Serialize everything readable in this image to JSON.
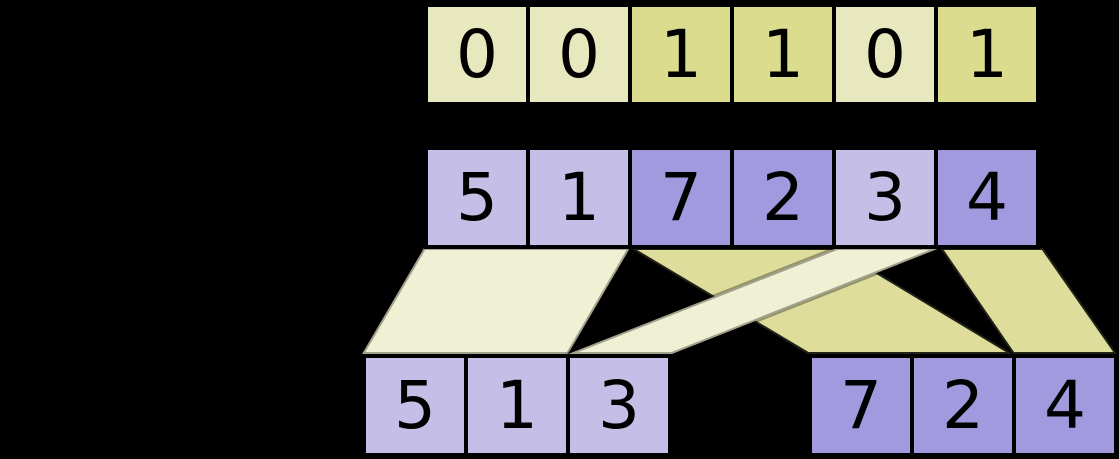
{
  "colors": {
    "background": "#000000",
    "cell_border": "#000000",
    "digit": "#000000",
    "cell_yellow_light": "#e8e8bf",
    "cell_yellow_dark": "#dcdc8e",
    "cell_purple_light": "#c5bfe7",
    "cell_purple_dark": "#a19ade",
    "band_light": "#f0f0d4",
    "band_dark": "#dedd9b"
  },
  "rows": {
    "mask": {
      "cells": [
        {
          "value": "0",
          "tone": "yellow-light"
        },
        {
          "value": "0",
          "tone": "yellow-light"
        },
        {
          "value": "1",
          "tone": "yellow-dark"
        },
        {
          "value": "1",
          "tone": "yellow-dark"
        },
        {
          "value": "0",
          "tone": "yellow-light"
        },
        {
          "value": "1",
          "tone": "yellow-dark"
        }
      ]
    },
    "vector": {
      "cells": [
        {
          "value": "5",
          "tone": "purple-light"
        },
        {
          "value": "1",
          "tone": "purple-light"
        },
        {
          "value": "7",
          "tone": "purple-dark"
        },
        {
          "value": "2",
          "tone": "purple-dark"
        },
        {
          "value": "3",
          "tone": "purple-light"
        },
        {
          "value": "4",
          "tone": "purple-dark"
        }
      ]
    },
    "out-left": {
      "cells": [
        {
          "value": "5",
          "tone": "purple-light"
        },
        {
          "value": "1",
          "tone": "purple-light"
        },
        {
          "value": "3",
          "tone": "purple-light"
        }
      ]
    },
    "out-right": {
      "cells": [
        {
          "value": "7",
          "tone": "purple-dark"
        },
        {
          "value": "2",
          "tone": "purple-dark"
        },
        {
          "value": "4",
          "tone": "purple-dark"
        }
      ]
    }
  },
  "flows": [
    {
      "values": "5,1",
      "mask": "0",
      "tone": "band-light",
      "target": "out-left"
    },
    {
      "values": "7,2",
      "mask": "1",
      "tone": "band-dark",
      "target": "out-right"
    },
    {
      "values": "3",
      "mask": "0",
      "tone": "band-light",
      "target": "out-left"
    },
    {
      "values": "4",
      "mask": "1",
      "tone": "band-dark",
      "target": "out-right"
    }
  ]
}
